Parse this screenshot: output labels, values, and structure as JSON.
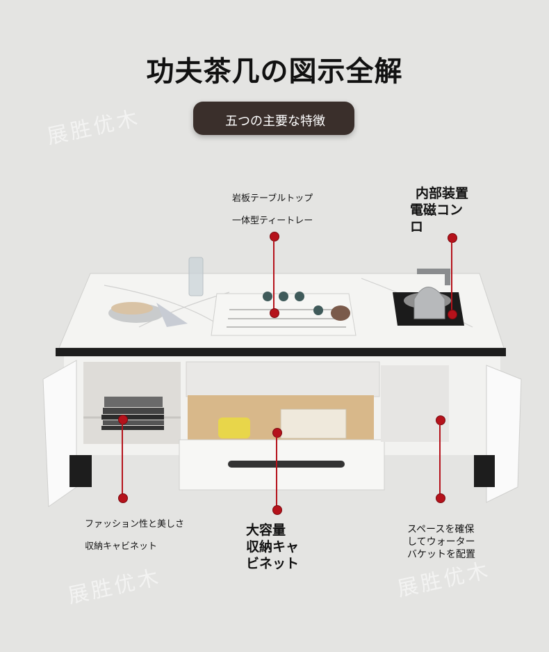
{
  "header": {
    "title": "功夫茶几の図示全解",
    "subtitle": "五つの主要な特徴"
  },
  "watermark": "展胜优木",
  "features": {
    "tabletop_line1": "岩板テーブルトップ",
    "tabletop_line2": "一体型ティートレー",
    "stove": "内部装置\n電磁コン\nロ",
    "stove_l1": "内部装置",
    "stove_l2": "電磁コン",
    "stove_l3": "ロ",
    "cabinet_line1": "ファッション性と美しさ",
    "cabinet_line2": "収納キャビネット",
    "drawer_l1": "大容量",
    "drawer_l2": "収納キャ",
    "drawer_l3": "ビネット",
    "bucket_l1": "スペースを確保",
    "bucket_l2": "してウォーター",
    "bucket_l3": "バケットを配置"
  },
  "colors": {
    "accent": "#b5121b",
    "pill": "#3a2f2b",
    "background": "#e4e4e2"
  }
}
